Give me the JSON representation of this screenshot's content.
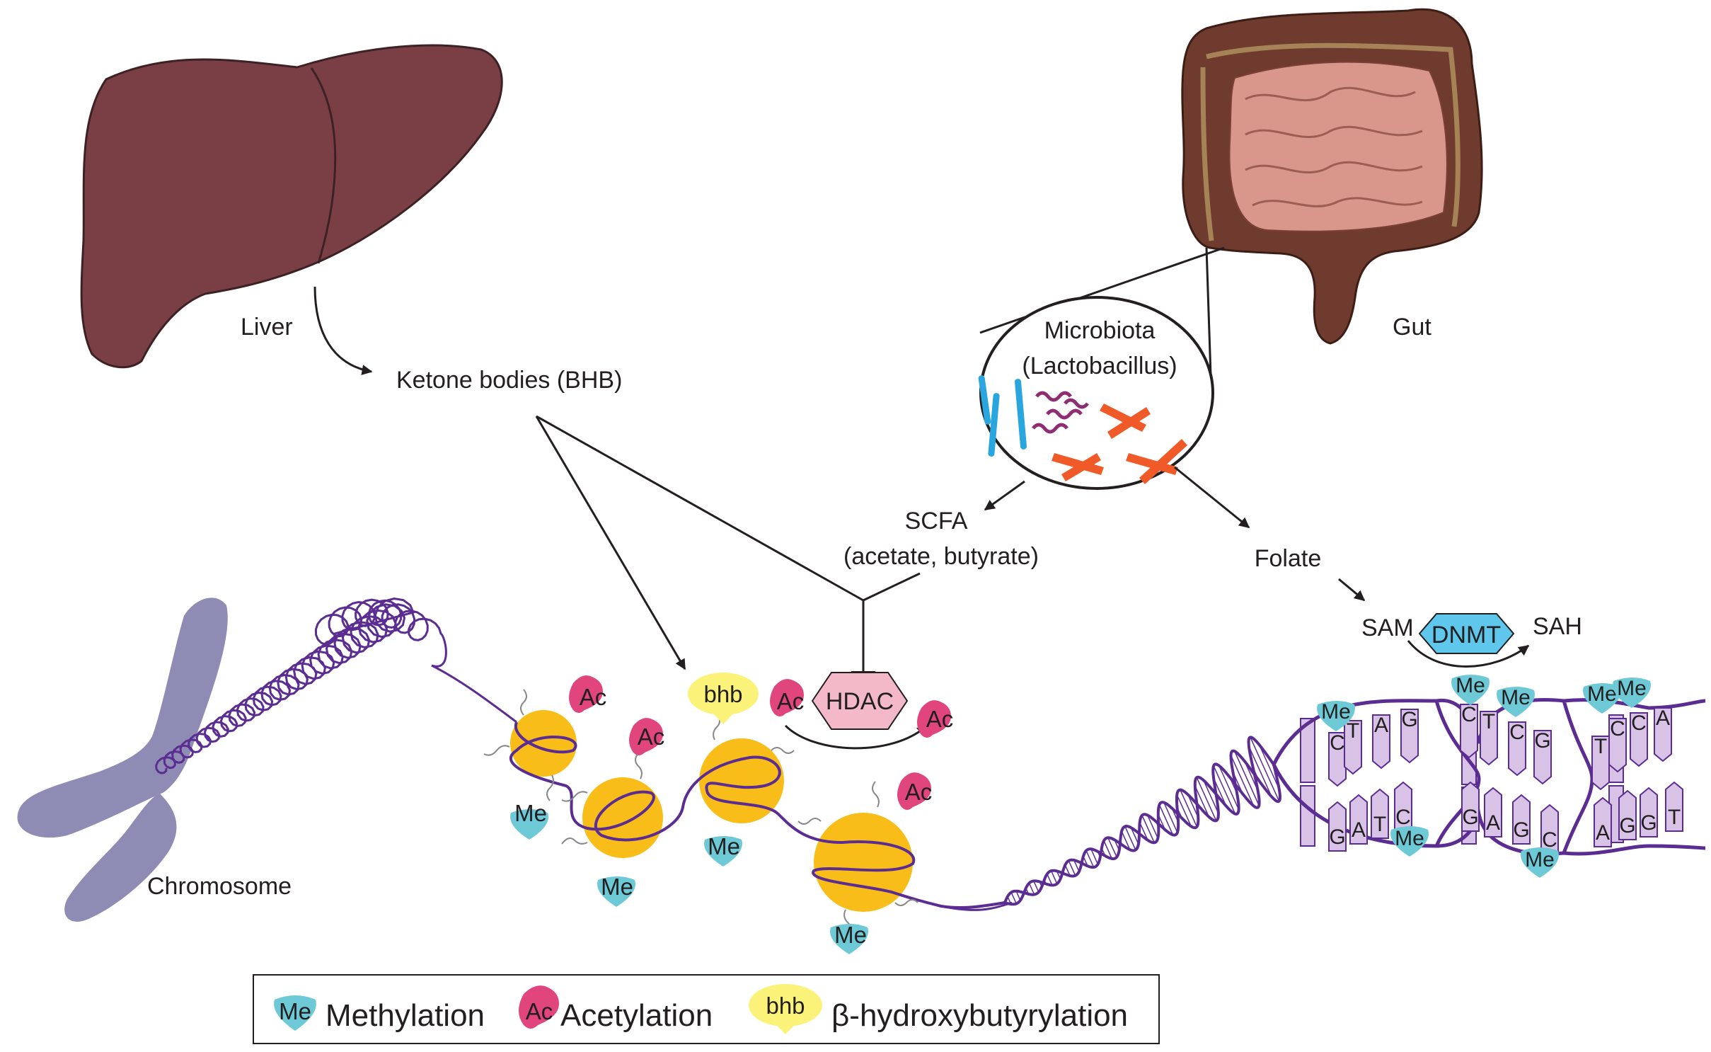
{
  "labels": {
    "liver": "Liver",
    "gut": "Gut",
    "ketone": "Ketone bodies (BHB)",
    "microbiota_1": "Microbiota",
    "microbiota_2": "(Lactobacillus)",
    "scfa_1": "SCFA",
    "scfa_2": "(acetate, butyrate)",
    "folate": "Folate",
    "sam": "SAM",
    "sah": "SAH",
    "dnmt": "DNMT",
    "hdac": "HDAC",
    "chromosome": "Chromosome"
  },
  "marks": {
    "me": "Me",
    "ac": "Ac",
    "bhb": "bhb"
  },
  "dna_bases": {
    "top": [
      "C",
      "T",
      "A",
      "G",
      "C",
      "T",
      "C",
      "G",
      "T",
      "C",
      "C",
      "A"
    ],
    "bottom": [
      "G",
      "A",
      "T",
      "C",
      "G",
      "A",
      "G",
      "C",
      "A",
      "G",
      "G",
      "T"
    ]
  },
  "legend": {
    "methylation": "Methylation",
    "acetylation": "Acetylation",
    "bhb": "β-hydroxybutyrylation"
  },
  "colors": {
    "liver": "#7a3f45",
    "gut_outer": "#6e3b2e",
    "gut_inner": "#d9968a",
    "chromosome": "#8e8cb4",
    "nucleosome": "#f8bd18",
    "dna": "#5b2c91",
    "dna_fill": "#d8c3e6",
    "me": "#6ec9d6",
    "ac": "#e0457b",
    "bhb": "#fbf27a",
    "hdac": "#f4b9c8",
    "dnmt": "#5fc6ec",
    "bacteria_blue": "#29a6de",
    "bacteria_purple": "#8e2d73",
    "bacteria_orange": "#f05a28"
  }
}
